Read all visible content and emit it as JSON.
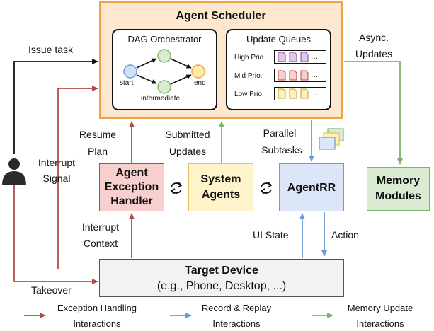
{
  "scheduler": {
    "title": "Agent Scheduler",
    "dag": {
      "title": "DAG Orchestrator",
      "start": "start",
      "intermediate": "intermediate",
      "end": "end"
    },
    "queues": {
      "title": "Update Queues",
      "high": "High Prio.",
      "mid": "Mid Prio.",
      "low": "Low Prio.",
      "ellipsis": "..."
    }
  },
  "boxes": {
    "handler": [
      "Agent",
      "Exception",
      "Handler"
    ],
    "system_agents": [
      "System",
      "Agents"
    ],
    "agentrr": "AgentRR",
    "memory": [
      "Memory",
      "Modules"
    ],
    "device_title": "Target Device",
    "device_sub": "(e.g., Phone, Desktop, ...)"
  },
  "labels": {
    "issue_task": "Issue task",
    "async_updates": [
      "Async.",
      "Updates"
    ],
    "resume_plan": [
      "Resume",
      "Plan"
    ],
    "submitted_updates": [
      "Submitted",
      "Updates"
    ],
    "parallel_subtasks": [
      "Parallel",
      "Subtasks"
    ],
    "interrupt_signal": [
      "Interrupt",
      "Signal"
    ],
    "interrupt_context": [
      "Interrupt",
      "Context"
    ],
    "ui_state": "UI State",
    "action": "Action",
    "takeover": "Takeover"
  },
  "legend": {
    "exception": [
      "Exception Handling",
      "Interactions"
    ],
    "record": [
      "Record & Replay",
      "Interactions"
    ],
    "memory": [
      "Memory Update",
      "Interactions"
    ]
  },
  "colors": {
    "red": "#b34a45",
    "blue": "#6f9ad2",
    "green": "#7cb56a",
    "orange": "#f0a247",
    "high_queue": "#e3c6ee",
    "mid_queue": "#f7cfcf",
    "low_queue": "#fff0b8"
  },
  "icons": {
    "user": "user-icon",
    "cycle": "cycle-icon",
    "document": "document-icon",
    "stacked_pages": "stacked-pages-icon"
  }
}
